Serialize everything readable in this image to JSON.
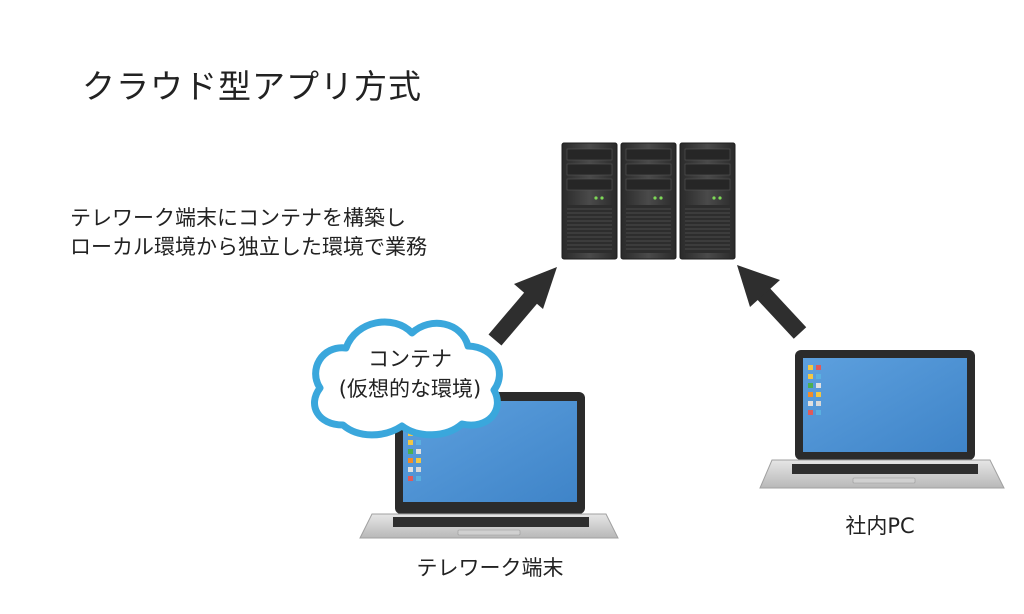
{
  "title": "クラウド型アプリ方式",
  "description": {
    "line1": "テレワーク端末にコンテナを構築し",
    "line2": "ローカル環境から独立した環境で業務"
  },
  "cloud": {
    "line1": "コンテナ",
    "line2": "(仮想的な環境)"
  },
  "labels": {
    "telework": "テレワーク端末",
    "office": "社内PC"
  },
  "icons": {
    "servers": "server-rack-icon",
    "telework_laptop": "laptop-icon",
    "office_laptop": "laptop-icon",
    "cloud": "cloud-icon",
    "arrows": "arrow-up-right-icon"
  },
  "colors": {
    "cloud_stroke": "#3aa7dc",
    "screen_blue": "#4a8fd0",
    "arrow": "#2e2e2e",
    "server": "#3c3c3c",
    "text": "#222222"
  }
}
